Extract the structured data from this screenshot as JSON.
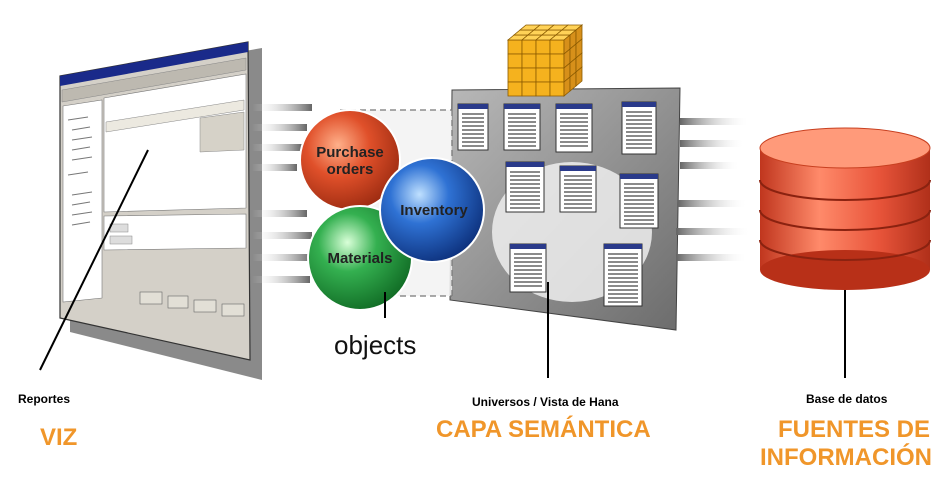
{
  "bubbles": {
    "purchase_orders": "Purchase\norders",
    "inventory": "Inventory",
    "materials": "Materials"
  },
  "objects_label": "objects",
  "reportes": {
    "caption": "Reportes",
    "title": "VIZ"
  },
  "universos": {
    "caption": "Universos / Vista de Hana",
    "title": "CAPA SEMÁNTICA"
  },
  "base_datos": {
    "caption": "Base de datos",
    "title_line1": "FUENTES DE",
    "title_line2": "INFORMACIÓN"
  },
  "colors": {
    "accent_orange": "#f0962a",
    "purchase_red": "#d8401e",
    "inventory_blue": "#1f58b8",
    "materials_green": "#2ea64a",
    "db_red": "#e8543a",
    "cube_yellow": "#f5b21e"
  }
}
